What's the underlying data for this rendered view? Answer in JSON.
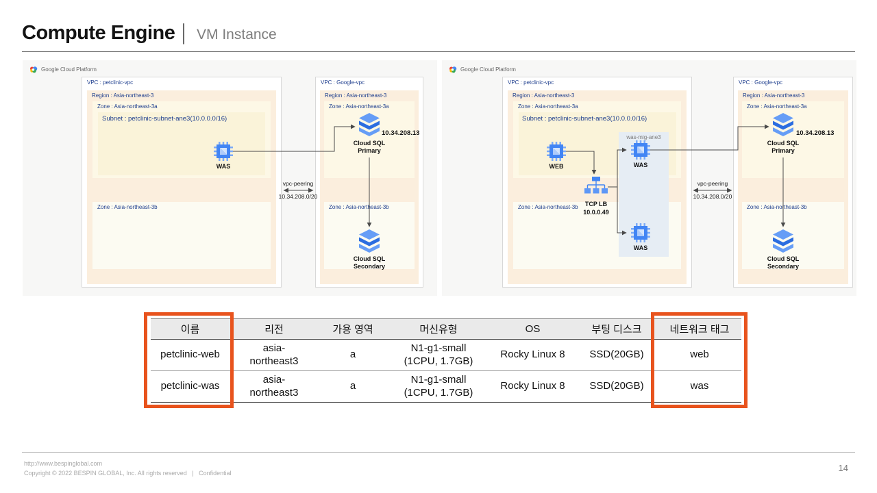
{
  "slide": {
    "title": "Compute Engine",
    "separator": "│",
    "subtitle": "VM Instance",
    "page_number": "14"
  },
  "diagrams": {
    "left": {
      "brand": "Google Cloud Platform",
      "app_vpc": {
        "label": "VPC : petclinic-vpc",
        "region": "Region : Asia-northeast-3",
        "zone_a": "Zone : Asia-northeast-3a",
        "subnet": "Subnet : petclinic-subnet-ane3(10.0.0.0/16)",
        "zone_b": "Zone : Asia-northeast-3b",
        "was_label": "WAS"
      },
      "peering": {
        "label": "vpc-peering",
        "cidr": "10.34.208.0/20"
      },
      "google_vpc": {
        "label": "VPC : Google-vpc",
        "region": "Region : Asia-northeast-3",
        "zone_a": "Zone : Asia-northeast-3a",
        "zone_b": "Zone : Asia-northeast-3b",
        "sql_primary": "Cloud SQL\nPrimary",
        "sql_primary_ip": "10.34.208.13",
        "sql_secondary": "Cloud SQL\nSecondary"
      }
    },
    "right": {
      "brand": "Google Cloud Platform",
      "app_vpc": {
        "label": "VPC : petclinic-vpc",
        "region": "Region : Asia-northeast-3",
        "zone_a": "Zone : Asia-northeast-3a",
        "subnet": "Subnet : petclinic-subnet-ane3(10.0.0.0/16)",
        "zone_b": "Zone : Asia-northeast-3b",
        "web_label": "WEB",
        "mig_label": "was-mig-ane3",
        "was_top_label": "WAS",
        "was_bottom_label": "WAS",
        "lb_label": "TCP LB",
        "lb_ip": "10.0.0.49"
      },
      "peering": {
        "label": "vpc-peering",
        "cidr": "10.34.208.0/20"
      },
      "google_vpc": {
        "label": "VPC : Google-vpc",
        "region": "Region : Asia-northeast-3",
        "zone_a": "Zone : Asia-northeast-3a",
        "zone_b": "Zone : Asia-northeast-3b",
        "sql_primary": "Cloud SQL\nPrimary",
        "sql_primary_ip": "10.34.208.13",
        "sql_secondary": "Cloud SQL\nSecondary"
      }
    }
  },
  "table": {
    "headers": [
      "이름",
      "리전",
      "가용 영역",
      "머신유형",
      "OS",
      "부팅 디스크",
      "네트워크 태그"
    ],
    "rows": [
      [
        "petclinic-web",
        "asia-\nnortheast3",
        "a",
        "N1-g1-small\n(1CPU, 1.7GB)",
        "Rocky Linux 8",
        "SSD(20GB)",
        "web"
      ],
      [
        "petclinic-was",
        "asia-\nnortheast3",
        "a",
        "N1-g1-small\n(1CPU, 1.7GB)",
        "Rocky Linux 8",
        "SSD(20GB)",
        "was"
      ]
    ]
  },
  "footer": {
    "url": "http://www.bespinglobal.com",
    "copyright": "Copyright © 2022 BESPIN GLOBAL, Inc. All rights reserved   |   Confidential"
  },
  "colors": {
    "highlight_orange": "#E8531D",
    "gcp_blue": "#4285F4",
    "diagram_label_navy": "#1E3E8E",
    "region_bg": "#FBEEDD",
    "zone_bg": "#FDF8E6"
  },
  "icons": {
    "gcp_logo": "multicolor-cloud",
    "compute_instance": "blue-chip",
    "cloud_sql": "stacked-blue-layers",
    "tcp_load_balancer": "blue-distribution-tree"
  }
}
